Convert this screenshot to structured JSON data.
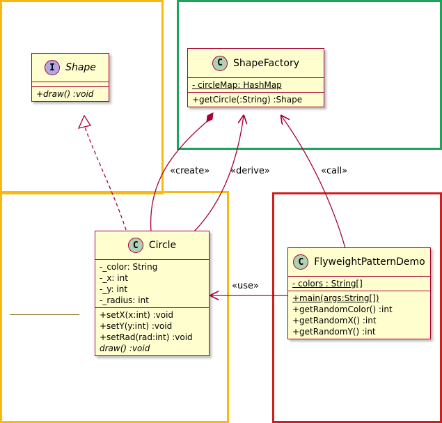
{
  "classes": {
    "shape": {
      "stereotype_glyph": "I",
      "name": "Shape",
      "methods": [
        "+draw() :void"
      ]
    },
    "shape_factory": {
      "stereotype_glyph": "C",
      "name": "ShapeFactory",
      "fields": [
        "- circleMap: HashMap"
      ],
      "methods": [
        "+getCircle(:String) :Shape"
      ]
    },
    "circle": {
      "stereotype_glyph": "C",
      "name": "Circle",
      "fields": [
        "-_color: String",
        "-_x: int",
        "-_y: int",
        "-_radius: int"
      ],
      "methods": [
        "+setX(x:int) :void",
        "+setY(y:int) :void",
        "+setRad(rad:int) :void",
        "draw() :void"
      ]
    },
    "demo": {
      "stereotype_glyph": "C",
      "name": "FlyweightPatternDemo",
      "fields": [
        "- colors : String[]"
      ],
      "methods": [
        "+main(args:String[])",
        "+getRandomColor() :int",
        "+getRandomX() :int",
        "+getRandomY() :int"
      ]
    }
  },
  "relations": {
    "create_label": "«create»",
    "derive_label": "«derive»",
    "call_label": "«call»",
    "use_label": "«use»"
  },
  "colors": {
    "class_fill": "#FEFECE",
    "class_border": "#A80036",
    "class_badge": "#ADD1B2",
    "interface_badge": "#B4A7E5",
    "region_yellow": "#F9BA10",
    "region_green": "#1DA45A",
    "region_red": "#CC1F1F"
  }
}
